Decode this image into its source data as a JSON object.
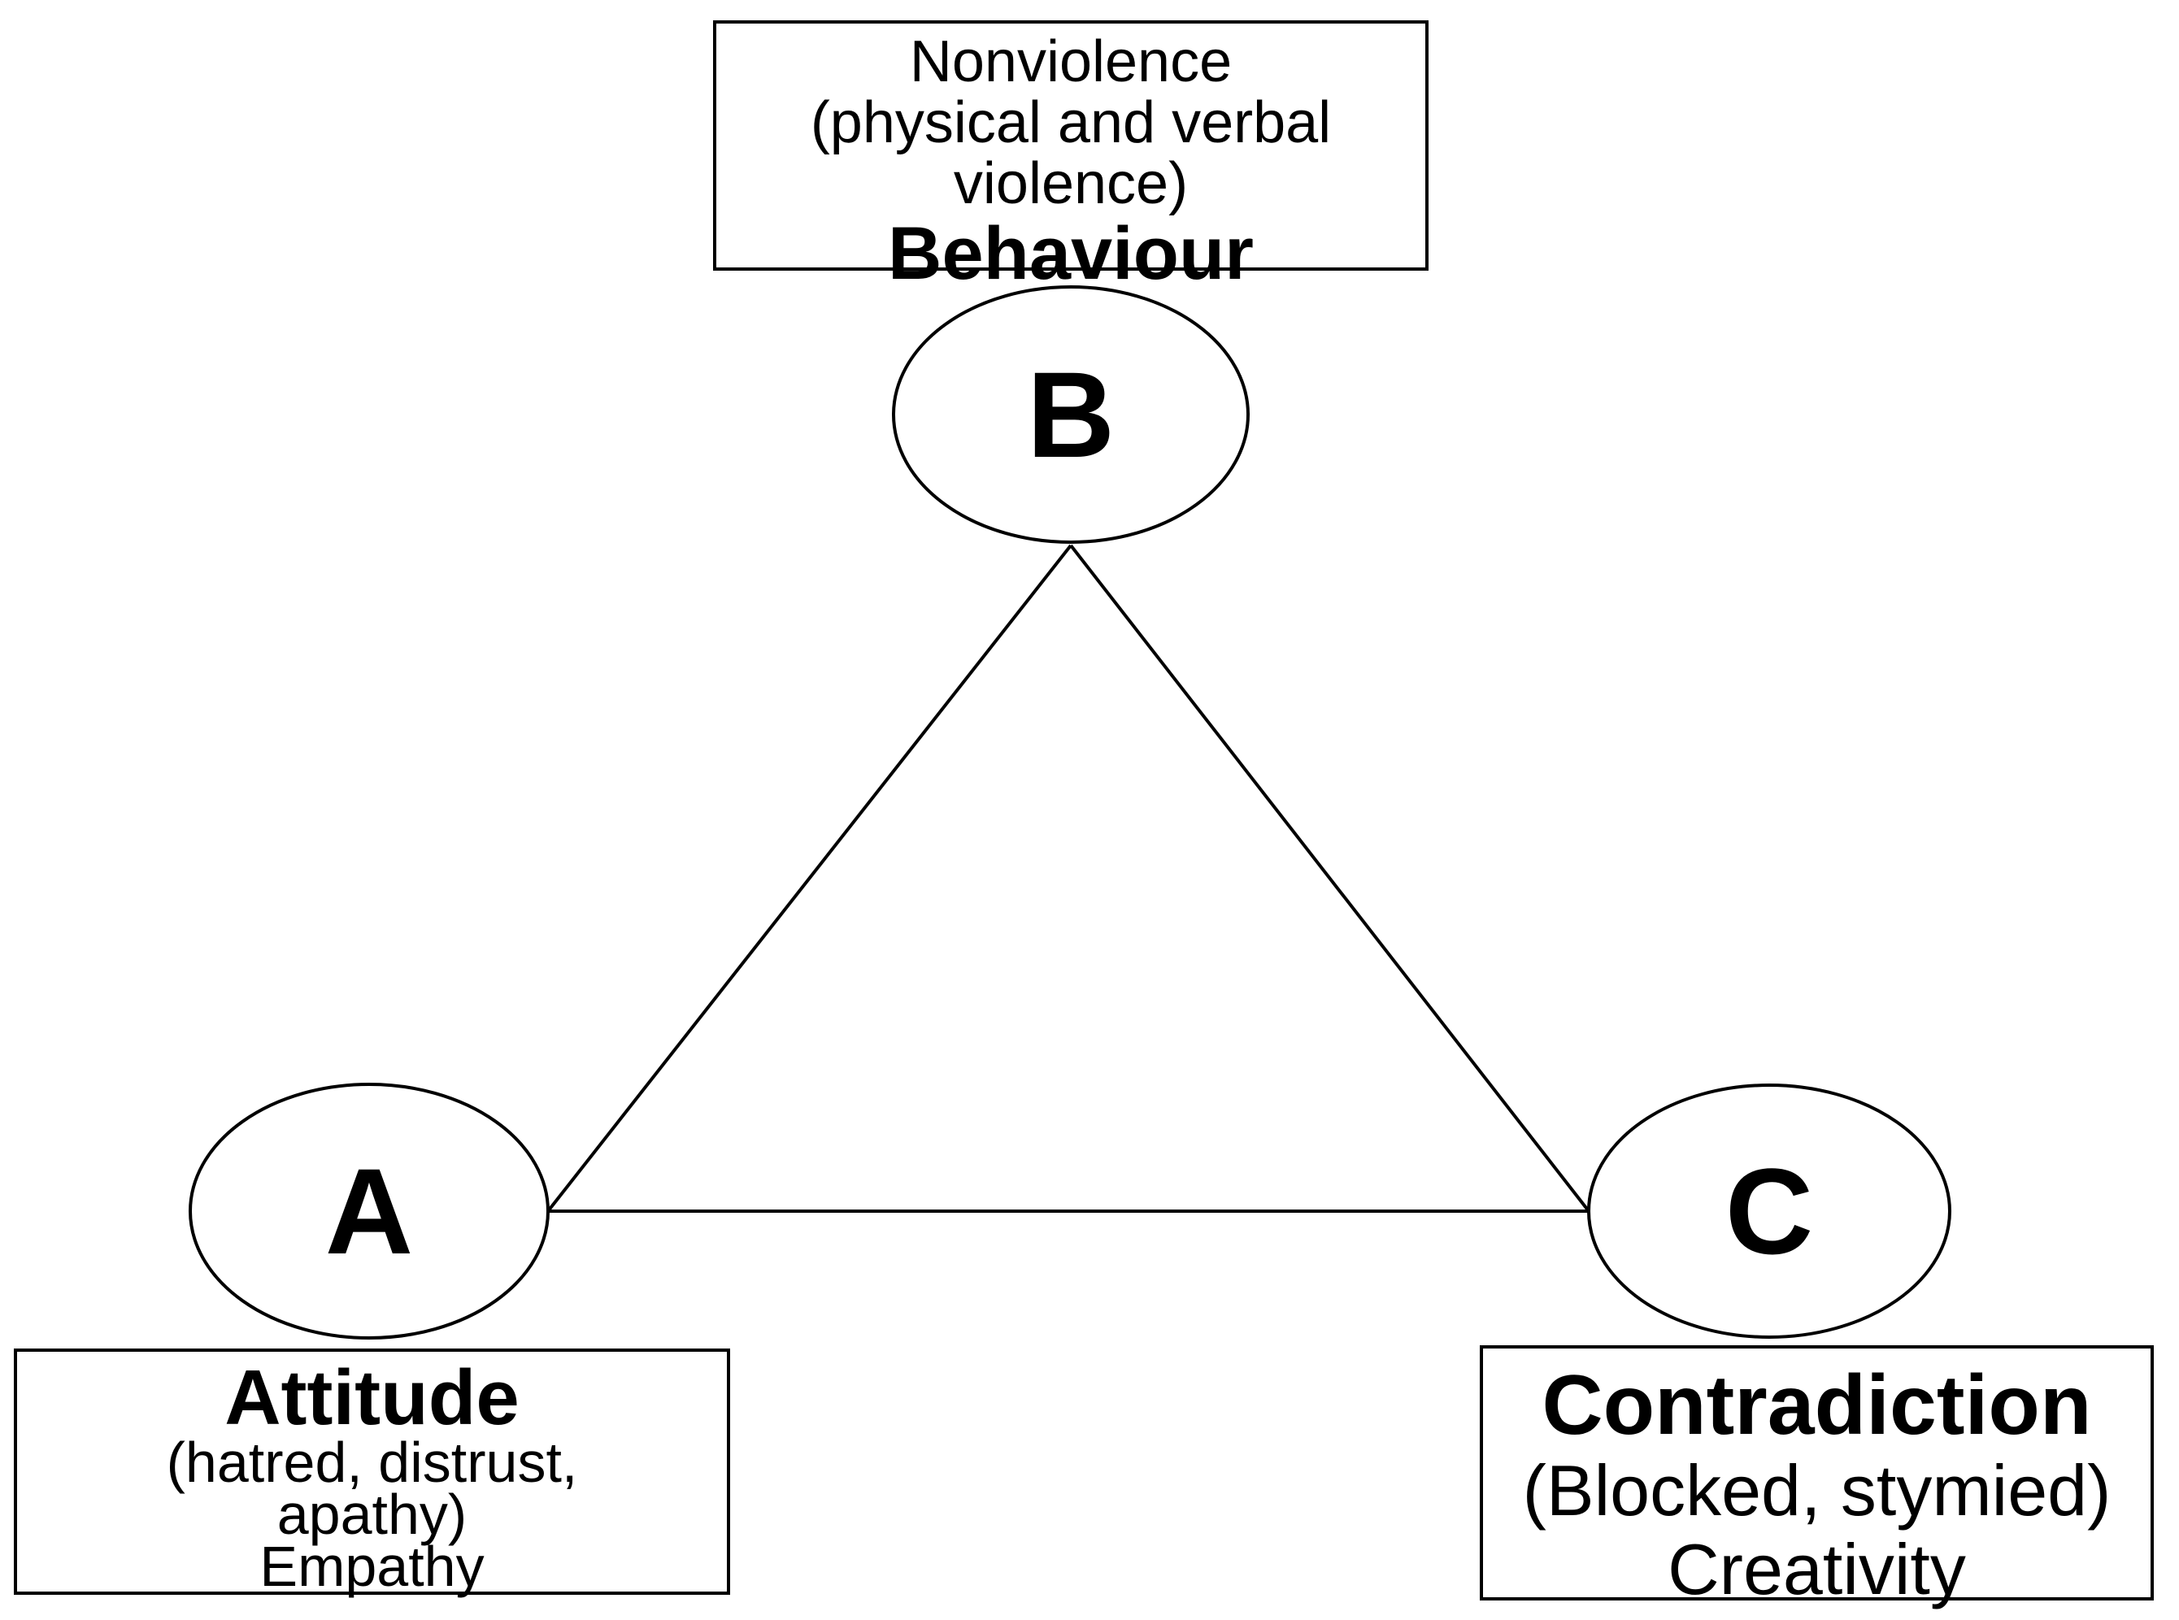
{
  "page": {
    "background_color": "#ffffff",
    "ink_color": "#000000",
    "description": "ABC conflict triangle diagram"
  },
  "diagram": {
    "behaviour_box": {
      "lines": [
        "Nonviolence",
        "(physical and verbal",
        "violence)"
      ],
      "title": "Behaviour"
    },
    "attitude_box": {
      "title": "Attitude",
      "lines": [
        "(hatred, distrust,",
        "apathy)",
        "Empathy"
      ]
    },
    "contradiction_box": {
      "title": "Contradiction",
      "lines": [
        "(Blocked, stymied)",
        "Creativity"
      ]
    },
    "nodes": [
      {
        "id": "A",
        "label": "A"
      },
      {
        "id": "B",
        "label": "B"
      },
      {
        "id": "C",
        "label": "C"
      }
    ]
  }
}
